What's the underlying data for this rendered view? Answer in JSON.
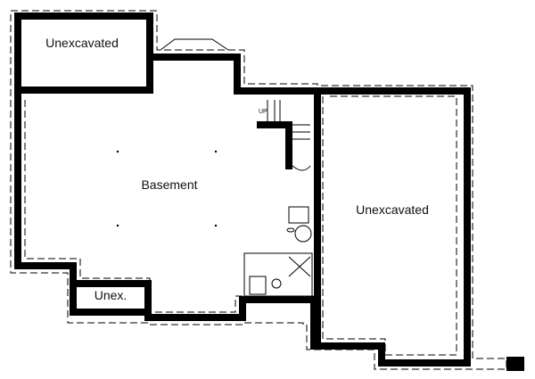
{
  "rooms": {
    "top_left": "Unexcavated",
    "center": "Basement",
    "right": "Unexcavated",
    "small": "Unex."
  },
  "stair_label": "UP"
}
